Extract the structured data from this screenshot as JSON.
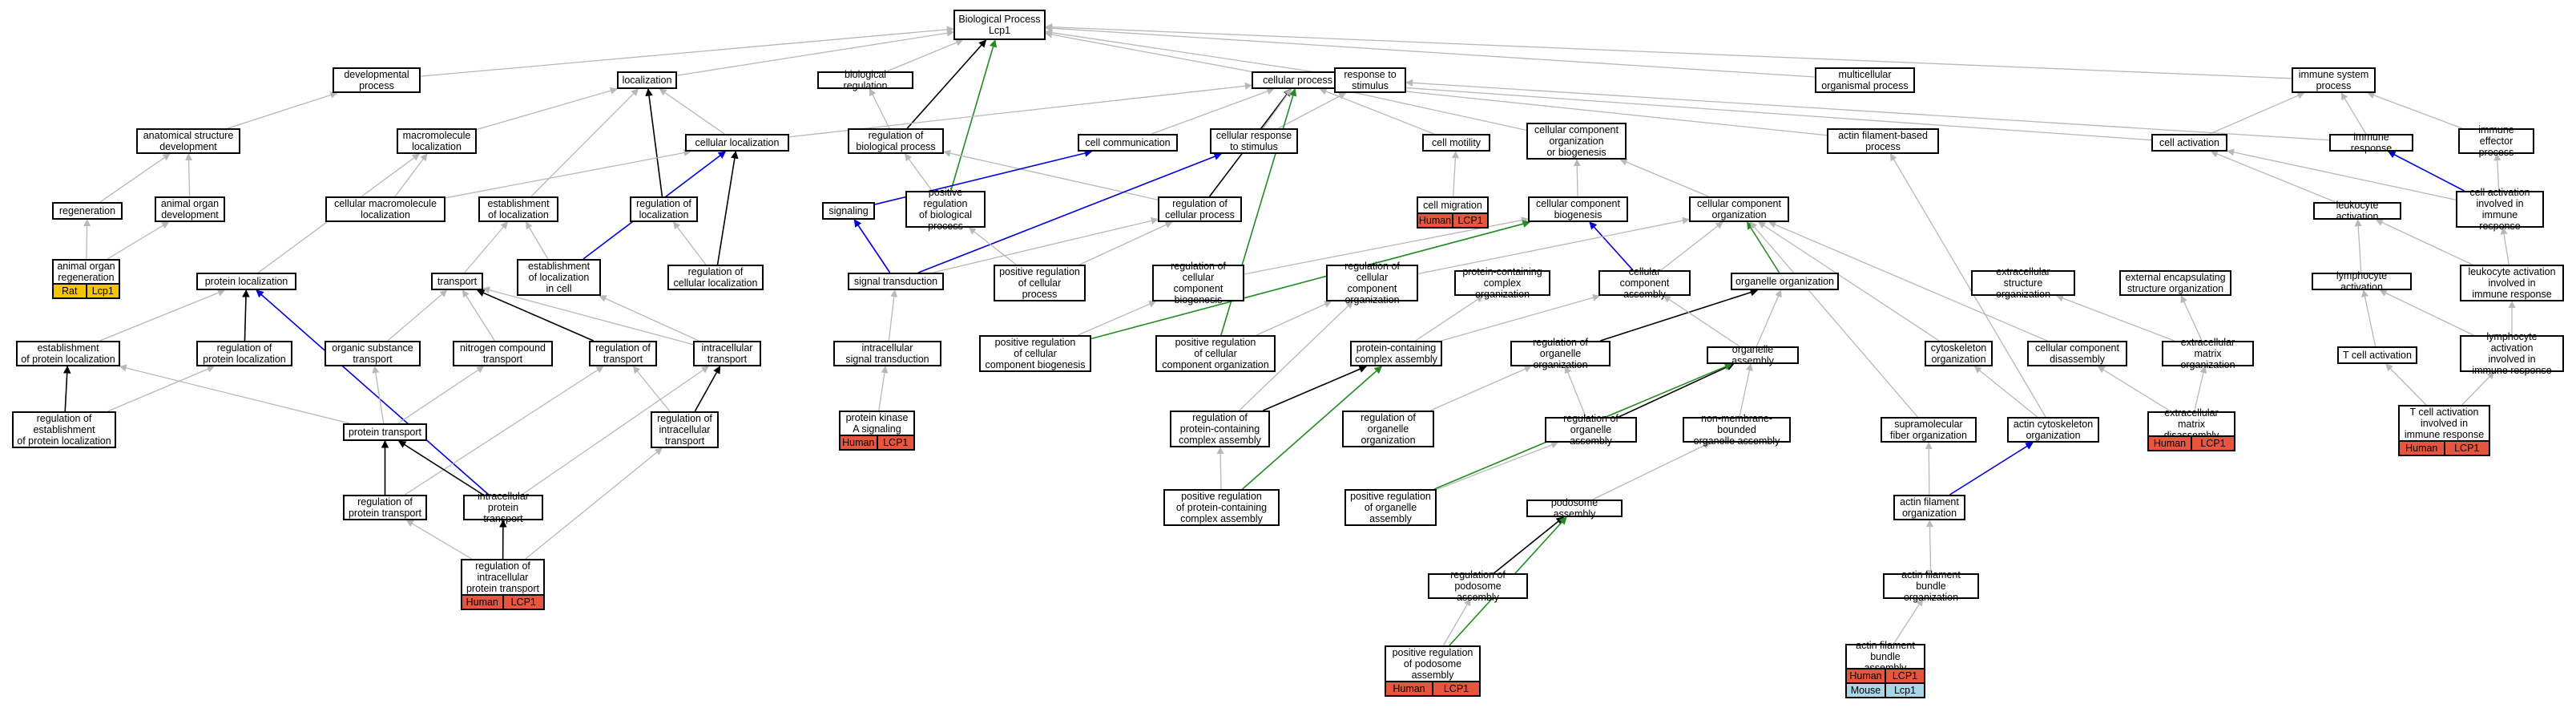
{
  "colors": {
    "grey_edge": "#b8b8b8",
    "black_edge": "#000000",
    "blue_edge": "#0000dd",
    "green_edge": "#228b22",
    "human": "#e8553e",
    "rat": "#f5c400",
    "mouse": "#a8d8e8"
  },
  "nodes": [
    {
      "id": "bp",
      "label": "Biological Process\nLcp1"
    },
    {
      "id": "dev",
      "label": "developmental\nprocess"
    },
    {
      "id": "loc",
      "label": "localization"
    },
    {
      "id": "bioreg",
      "label": "biological regulation"
    },
    {
      "id": "cp",
      "label": "cellular process"
    },
    {
      "id": "rts",
      "label": "response to\nstimulus"
    },
    {
      "id": "mop",
      "label": "multicellular\norganismal process"
    },
    {
      "id": "isp",
      "label": "immune system\nprocess"
    },
    {
      "id": "asd",
      "label": "anatomical structure\ndevelopment"
    },
    {
      "id": "mmloc",
      "label": "macromolecule\nlocalization"
    },
    {
      "id": "cloc",
      "label": "cellular localization"
    },
    {
      "id": "rbp",
      "label": "regulation of\nbiological process"
    },
    {
      "id": "ccomm",
      "label": "cell communication"
    },
    {
      "id": "crts",
      "label": "cellular response\nto stimulus"
    },
    {
      "id": "cmot",
      "label": "cell motility"
    },
    {
      "id": "ccob",
      "label": "cellular component\norganization\nor biogenesis"
    },
    {
      "id": "afbp",
      "label": "actin filament-based\nprocess"
    },
    {
      "id": "cact",
      "label": "cell activation"
    },
    {
      "id": "ir",
      "label": "immune response"
    },
    {
      "id": "iep",
      "label": "immune effector\nprocess"
    },
    {
      "id": "regen",
      "label": "regeneration"
    },
    {
      "id": "aod",
      "label": "animal organ\ndevelopment"
    },
    {
      "id": "cmmloc",
      "label": "cellular macromolecule\nlocalization"
    },
    {
      "id": "eloc",
      "label": "establishment\nof localization"
    },
    {
      "id": "rloc",
      "label": "regulation of\nlocalization"
    },
    {
      "id": "sig",
      "label": "signaling"
    },
    {
      "id": "prbp",
      "label": "positive regulation\nof biological\nprocess"
    },
    {
      "id": "rcp",
      "label": "regulation of\ncellular process"
    },
    {
      "id": "cmig",
      "label": "cell migration"
    },
    {
      "id": "ccb",
      "label": "cellular component\nbiogenesis"
    },
    {
      "id": "cco",
      "label": "cellular component\norganization"
    },
    {
      "id": "lact",
      "label": "leukocyte activation"
    },
    {
      "id": "caiir",
      "label": "cell activation\ninvolved in\nimmune response"
    },
    {
      "id": "aor",
      "label": "animal organ\nregeneration"
    },
    {
      "id": "ploc",
      "label": "protein localization"
    },
    {
      "id": "transport",
      "label": "transport"
    },
    {
      "id": "elc",
      "label": "establishment\nof localization\nin cell"
    },
    {
      "id": "rcl",
      "label": "regulation of\ncellular localization"
    },
    {
      "id": "st",
      "label": "signal transduction"
    },
    {
      "id": "prcp",
      "label": "positive regulation\nof cellular\nprocess"
    },
    {
      "id": "rccb",
      "label": "regulation of\ncellular component\nbiogenesis"
    },
    {
      "id": "rcco",
      "label": "regulation of\ncellular component\norganization"
    },
    {
      "id": "pcco",
      "label": "protein-containing\ncomplex organization"
    },
    {
      "id": "cca",
      "label": "cellular component\nassembly"
    },
    {
      "id": "oo",
      "label": "organelle organization"
    },
    {
      "id": "eso",
      "label": "extracellular\nstructure organization"
    },
    {
      "id": "eeso",
      "label": "external encapsulating\nstructure organization"
    },
    {
      "id": "lymact",
      "label": "lymphocyte activation"
    },
    {
      "id": "laiir",
      "label": "leukocyte activation\ninvolved in\nimmune response"
    },
    {
      "id": "epl",
      "label": "establishment\nof protein localization"
    },
    {
      "id": "rpl",
      "label": "regulation of\nprotein localization"
    },
    {
      "id": "ost",
      "label": "organic substance\ntransport"
    },
    {
      "id": "nct",
      "label": "nitrogen compound\ntransport"
    },
    {
      "id": "rt",
      "label": "regulation of\ntransport"
    },
    {
      "id": "it",
      "label": "intracellular\ntransport"
    },
    {
      "id": "ist",
      "label": "intracellular\nsignal transduction"
    },
    {
      "id": "prccb",
      "label": "positive regulation\nof cellular\ncomponent biogenesis"
    },
    {
      "id": "prcco",
      "label": "positive regulation\nof cellular\ncomponent organization"
    },
    {
      "id": "pcca",
      "label": "protein-containing\ncomplex assembly"
    },
    {
      "id": "roo",
      "label": "regulation of\norganelle organization"
    },
    {
      "id": "oa",
      "label": "organelle assembly"
    },
    {
      "id": "cso",
      "label": "cytoskeleton\norganization"
    },
    {
      "id": "ccd",
      "label": "cellular component\ndisassembly"
    },
    {
      "id": "emo",
      "label": "extracellular\nmatrix organization"
    },
    {
      "id": "tact",
      "label": "T cell activation"
    },
    {
      "id": "lyaiir",
      "label": "lymphocyte activation\ninvolved in\nimmune response"
    },
    {
      "id": "repl",
      "label": "regulation of\nestablishment\nof protein localization"
    },
    {
      "id": "ptr",
      "label": "protein transport"
    },
    {
      "id": "rit",
      "label": "regulation of\nintracellular\ntransport"
    },
    {
      "id": "pkas",
      "label": "protein kinase\nA signaling"
    },
    {
      "id": "rpcca",
      "label": "regulation of\nprotein-containing\ncomplex assembly"
    },
    {
      "id": "rroo",
      "label": "regulation of\norganelle\norganization"
    },
    {
      "id": "roa",
      "label": "regulation of\norganelle assembly"
    },
    {
      "id": "nmboa",
      "label": "non-membrane-bounded\norganelle assembly"
    },
    {
      "id": "sfo",
      "label": "supramolecular\nfiber organization"
    },
    {
      "id": "aco",
      "label": "actin cytoskeleton\norganization"
    },
    {
      "id": "emd",
      "label": "extracellular\nmatrix disassembly"
    },
    {
      "id": "tcaiir",
      "label": "T cell activation\ninvolved in\nimmune response"
    },
    {
      "id": "rpt",
      "label": "regulation of\nprotein transport"
    },
    {
      "id": "ipt",
      "label": "intracellular\nprotein transport"
    },
    {
      "id": "prpcca",
      "label": "positive regulation\nof protein-containing\ncomplex assembly"
    },
    {
      "id": "proa",
      "label": "positive regulation\nof organelle\nassembly"
    },
    {
      "id": "pa",
      "label": "podosome assembly"
    },
    {
      "id": "afo",
      "label": "actin filament\norganization"
    },
    {
      "id": "ript",
      "label": "regulation of\nintracellular\nprotein transport"
    },
    {
      "id": "rpa",
      "label": "regulation of\npodosome assembly"
    },
    {
      "id": "afbo",
      "label": "actin filament\nbundle organization"
    },
    {
      "id": "prpa",
      "label": "positive regulation\nof podosome\nassembly"
    },
    {
      "id": "afba",
      "label": "actin filament\nbundle assembly"
    }
  ],
  "annotations": [
    {
      "id": "aor",
      "rows": [
        [
          {
            "species": "Rat",
            "color": "rat"
          },
          {
            "gene": "Lcp1",
            "color": "rat"
          }
        ]
      ]
    },
    {
      "id": "cmig",
      "rows": [
        [
          {
            "species": "Human",
            "color": "human"
          },
          {
            "gene": "LCP1",
            "color": "human"
          }
        ]
      ]
    },
    {
      "id": "pkas",
      "rows": [
        [
          {
            "species": "Human",
            "color": "human"
          },
          {
            "gene": "LCP1",
            "color": "human"
          }
        ]
      ]
    },
    {
      "id": "emd",
      "rows": [
        [
          {
            "species": "Human",
            "color": "human"
          },
          {
            "gene": "LCP1",
            "color": "human"
          }
        ]
      ]
    },
    {
      "id": "tcaiir",
      "rows": [
        [
          {
            "species": "Human",
            "color": "human"
          },
          {
            "gene": "LCP1",
            "color": "human"
          }
        ]
      ]
    },
    {
      "id": "ript",
      "rows": [
        [
          {
            "species": "Human",
            "color": "human"
          },
          {
            "gene": "LCP1",
            "color": "human"
          }
        ]
      ]
    },
    {
      "id": "prpa",
      "rows": [
        [
          {
            "species": "Human",
            "color": "human"
          },
          {
            "gene": "LCP1",
            "color": "human"
          }
        ]
      ]
    },
    {
      "id": "afba",
      "rows": [
        [
          {
            "species": "Human",
            "color": "human"
          },
          {
            "gene": "LCP1",
            "color": "human"
          }
        ],
        [
          {
            "species": "Mouse",
            "color": "mouse"
          },
          {
            "gene": "Lcp1",
            "color": "mouse"
          }
        ]
      ]
    }
  ],
  "edges": [
    [
      "dev",
      "bp",
      "grey"
    ],
    [
      "loc",
      "bp",
      "grey"
    ],
    [
      "bioreg",
      "bp",
      "grey"
    ],
    [
      "cp",
      "bp",
      "grey"
    ],
    [
      "rts",
      "bp",
      "grey"
    ],
    [
      "mop",
      "bp",
      "grey"
    ],
    [
      "isp",
      "bp",
      "grey"
    ],
    [
      "rbp",
      "bp",
      "black"
    ],
    [
      "prbp",
      "bp",
      "green"
    ],
    [
      "asd",
      "dev",
      "grey"
    ],
    [
      "regen",
      "asd",
      "grey"
    ],
    [
      "aod",
      "asd",
      "grey"
    ],
    [
      "aor",
      "regen",
      "grey"
    ],
    [
      "aor",
      "aod",
      "grey"
    ],
    [
      "mmloc",
      "loc",
      "grey"
    ],
    [
      "cloc",
      "loc",
      "grey"
    ],
    [
      "eloc",
      "loc",
      "grey"
    ],
    [
      "rloc",
      "loc",
      "black"
    ],
    [
      "cmmloc",
      "mmloc",
      "grey"
    ],
    [
      "cmmloc",
      "cloc",
      "grey"
    ],
    [
      "ploc",
      "mmloc",
      "grey"
    ],
    [
      "rbp",
      "bioreg",
      "grey"
    ],
    [
      "prbp",
      "rbp",
      "grey"
    ],
    [
      "rcp",
      "rbp",
      "grey"
    ],
    [
      "rcp",
      "cp",
      "black"
    ],
    [
      "cloc",
      "cp",
      "grey"
    ],
    [
      "ccomm",
      "cp",
      "grey"
    ],
    [
      "crts",
      "cp",
      "grey"
    ],
    [
      "cmot",
      "cp",
      "grey"
    ],
    [
      "ccob",
      "cp",
      "grey"
    ],
    [
      "afbp",
      "cp",
      "grey"
    ],
    [
      "cact",
      "cp",
      "grey"
    ],
    [
      "crts",
      "rts",
      "grey"
    ],
    [
      "ir",
      "rts",
      "grey"
    ],
    [
      "ir",
      "isp",
      "grey"
    ],
    [
      "iep",
      "isp",
      "grey"
    ],
    [
      "cact",
      "isp",
      "grey"
    ],
    [
      "sig",
      "ccomm",
      "blue"
    ],
    [
      "st",
      "sig",
      "blue"
    ],
    [
      "st",
      "crts",
      "blue"
    ],
    [
      "st",
      "rcp",
      "grey"
    ],
    [
      "prcp",
      "rcp",
      "grey"
    ],
    [
      "prcp",
      "prbp",
      "grey"
    ],
    [
      "cmig",
      "cmot",
      "grey"
    ],
    [
      "ccb",
      "ccob",
      "grey"
    ],
    [
      "cco",
      "ccob",
      "grey"
    ],
    [
      "cca",
      "ccb",
      "blue"
    ],
    [
      "cca",
      "cco",
      "grey"
    ],
    [
      "rccb",
      "ccb",
      "grey"
    ],
    [
      "rcco",
      "cco",
      "grey"
    ],
    [
      "prcco",
      "cp",
      "green"
    ],
    [
      "prccb",
      "ccb",
      "green"
    ],
    [
      "lact",
      "cact",
      "grey"
    ],
    [
      "caiir",
      "cact",
      "grey"
    ],
    [
      "caiir",
      "ir",
      "blue"
    ],
    [
      "caiir",
      "iep",
      "grey"
    ],
    [
      "laiir",
      "caiir",
      "grey"
    ],
    [
      "laiir",
      "lact",
      "grey"
    ],
    [
      "lymact",
      "lact",
      "grey"
    ],
    [
      "lyaiir",
      "laiir",
      "grey"
    ],
    [
      "lyaiir",
      "lymact",
      "grey"
    ],
    [
      "tact",
      "lymact",
      "grey"
    ],
    [
      "tcaiir",
      "tact",
      "grey"
    ],
    [
      "tcaiir",
      "lyaiir",
      "grey"
    ],
    [
      "elc",
      "cloc",
      "blue"
    ],
    [
      "rcl",
      "cloc",
      "black"
    ],
    [
      "rcl",
      "rloc",
      "grey"
    ],
    [
      "transport",
      "eloc",
      "grey"
    ],
    [
      "elc",
      "eloc",
      "grey"
    ],
    [
      "epl",
      "ploc",
      "grey"
    ],
    [
      "rpl",
      "ploc",
      "black"
    ],
    [
      "ipt",
      "ploc",
      "blue"
    ],
    [
      "repl",
      "epl",
      "black"
    ],
    [
      "repl",
      "rpl",
      "grey"
    ],
    [
      "ost",
      "transport",
      "grey"
    ],
    [
      "nct",
      "transport",
      "grey"
    ],
    [
      "rt",
      "transport",
      "black"
    ],
    [
      "it",
      "transport",
      "grey"
    ],
    [
      "it",
      "elc",
      "grey"
    ],
    [
      "ptr",
      "ost",
      "grey"
    ],
    [
      "ptr",
      "nct",
      "grey"
    ],
    [
      "ptr",
      "epl",
      "grey"
    ],
    [
      "rit",
      "it",
      "black"
    ],
    [
      "rit",
      "rt",
      "grey"
    ],
    [
      "rpt",
      "rt",
      "grey"
    ],
    [
      "rpt",
      "ptr",
      "black"
    ],
    [
      "ipt",
      "it",
      "grey"
    ],
    [
      "ipt",
      "ptr",
      "black"
    ],
    [
      "ript",
      "ipt",
      "black"
    ],
    [
      "ript",
      "rpt",
      "grey"
    ],
    [
      "ript",
      "rit",
      "grey"
    ],
    [
      "ist",
      "st",
      "grey"
    ],
    [
      "pkas",
      "ist",
      "grey"
    ],
    [
      "prccb",
      "rccb",
      "grey"
    ],
    [
      "prcco",
      "rcco",
      "grey"
    ],
    [
      "pcca",
      "pcco",
      "grey"
    ],
    [
      "pcca",
      "cca",
      "grey"
    ],
    [
      "rpcca",
      "pcca",
      "black"
    ],
    [
      "rpcca",
      "rcco",
      "grey"
    ],
    [
      "prpcca",
      "rpcca",
      "grey"
    ],
    [
      "prpcca",
      "pcca",
      "green"
    ],
    [
      "roo",
      "oo",
      "black"
    ],
    [
      "roa",
      "oa",
      "black"
    ],
    [
      "roa",
      "roo",
      "grey"
    ],
    [
      "oa",
      "oo",
      "grey"
    ],
    [
      "oa",
      "cca",
      "grey"
    ],
    [
      "nmboa",
      "oa",
      "grey"
    ],
    [
      "rroo",
      "roo",
      "grey"
    ],
    [
      "proa",
      "roa",
      "grey"
    ],
    [
      "proa",
      "oa",
      "green"
    ],
    [
      "pa",
      "nmboa",
      "grey"
    ],
    [
      "rpa",
      "pa",
      "black"
    ],
    [
      "prpa",
      "rpa",
      "grey"
    ],
    [
      "prpa",
      "pa",
      "green"
    ],
    [
      "oo",
      "cco",
      "green"
    ],
    [
      "cso",
      "cco",
      "grey"
    ],
    [
      "ccd",
      "cco",
      "grey"
    ],
    [
      "emo",
      "eso",
      "grey"
    ],
    [
      "emo",
      "eeso",
      "grey"
    ],
    [
      "emd",
      "emo",
      "grey"
    ],
    [
      "emd",
      "ccd",
      "grey"
    ],
    [
      "aco",
      "cso",
      "grey"
    ],
    [
      "aco",
      "afbp",
      "grey"
    ],
    [
      "afo",
      "aco",
      "blue"
    ],
    [
      "sfo",
      "cco",
      "grey"
    ],
    [
      "afo",
      "sfo",
      "grey"
    ],
    [
      "afbo",
      "afo",
      "grey"
    ],
    [
      "afba",
      "afbo",
      "grey"
    ]
  ]
}
